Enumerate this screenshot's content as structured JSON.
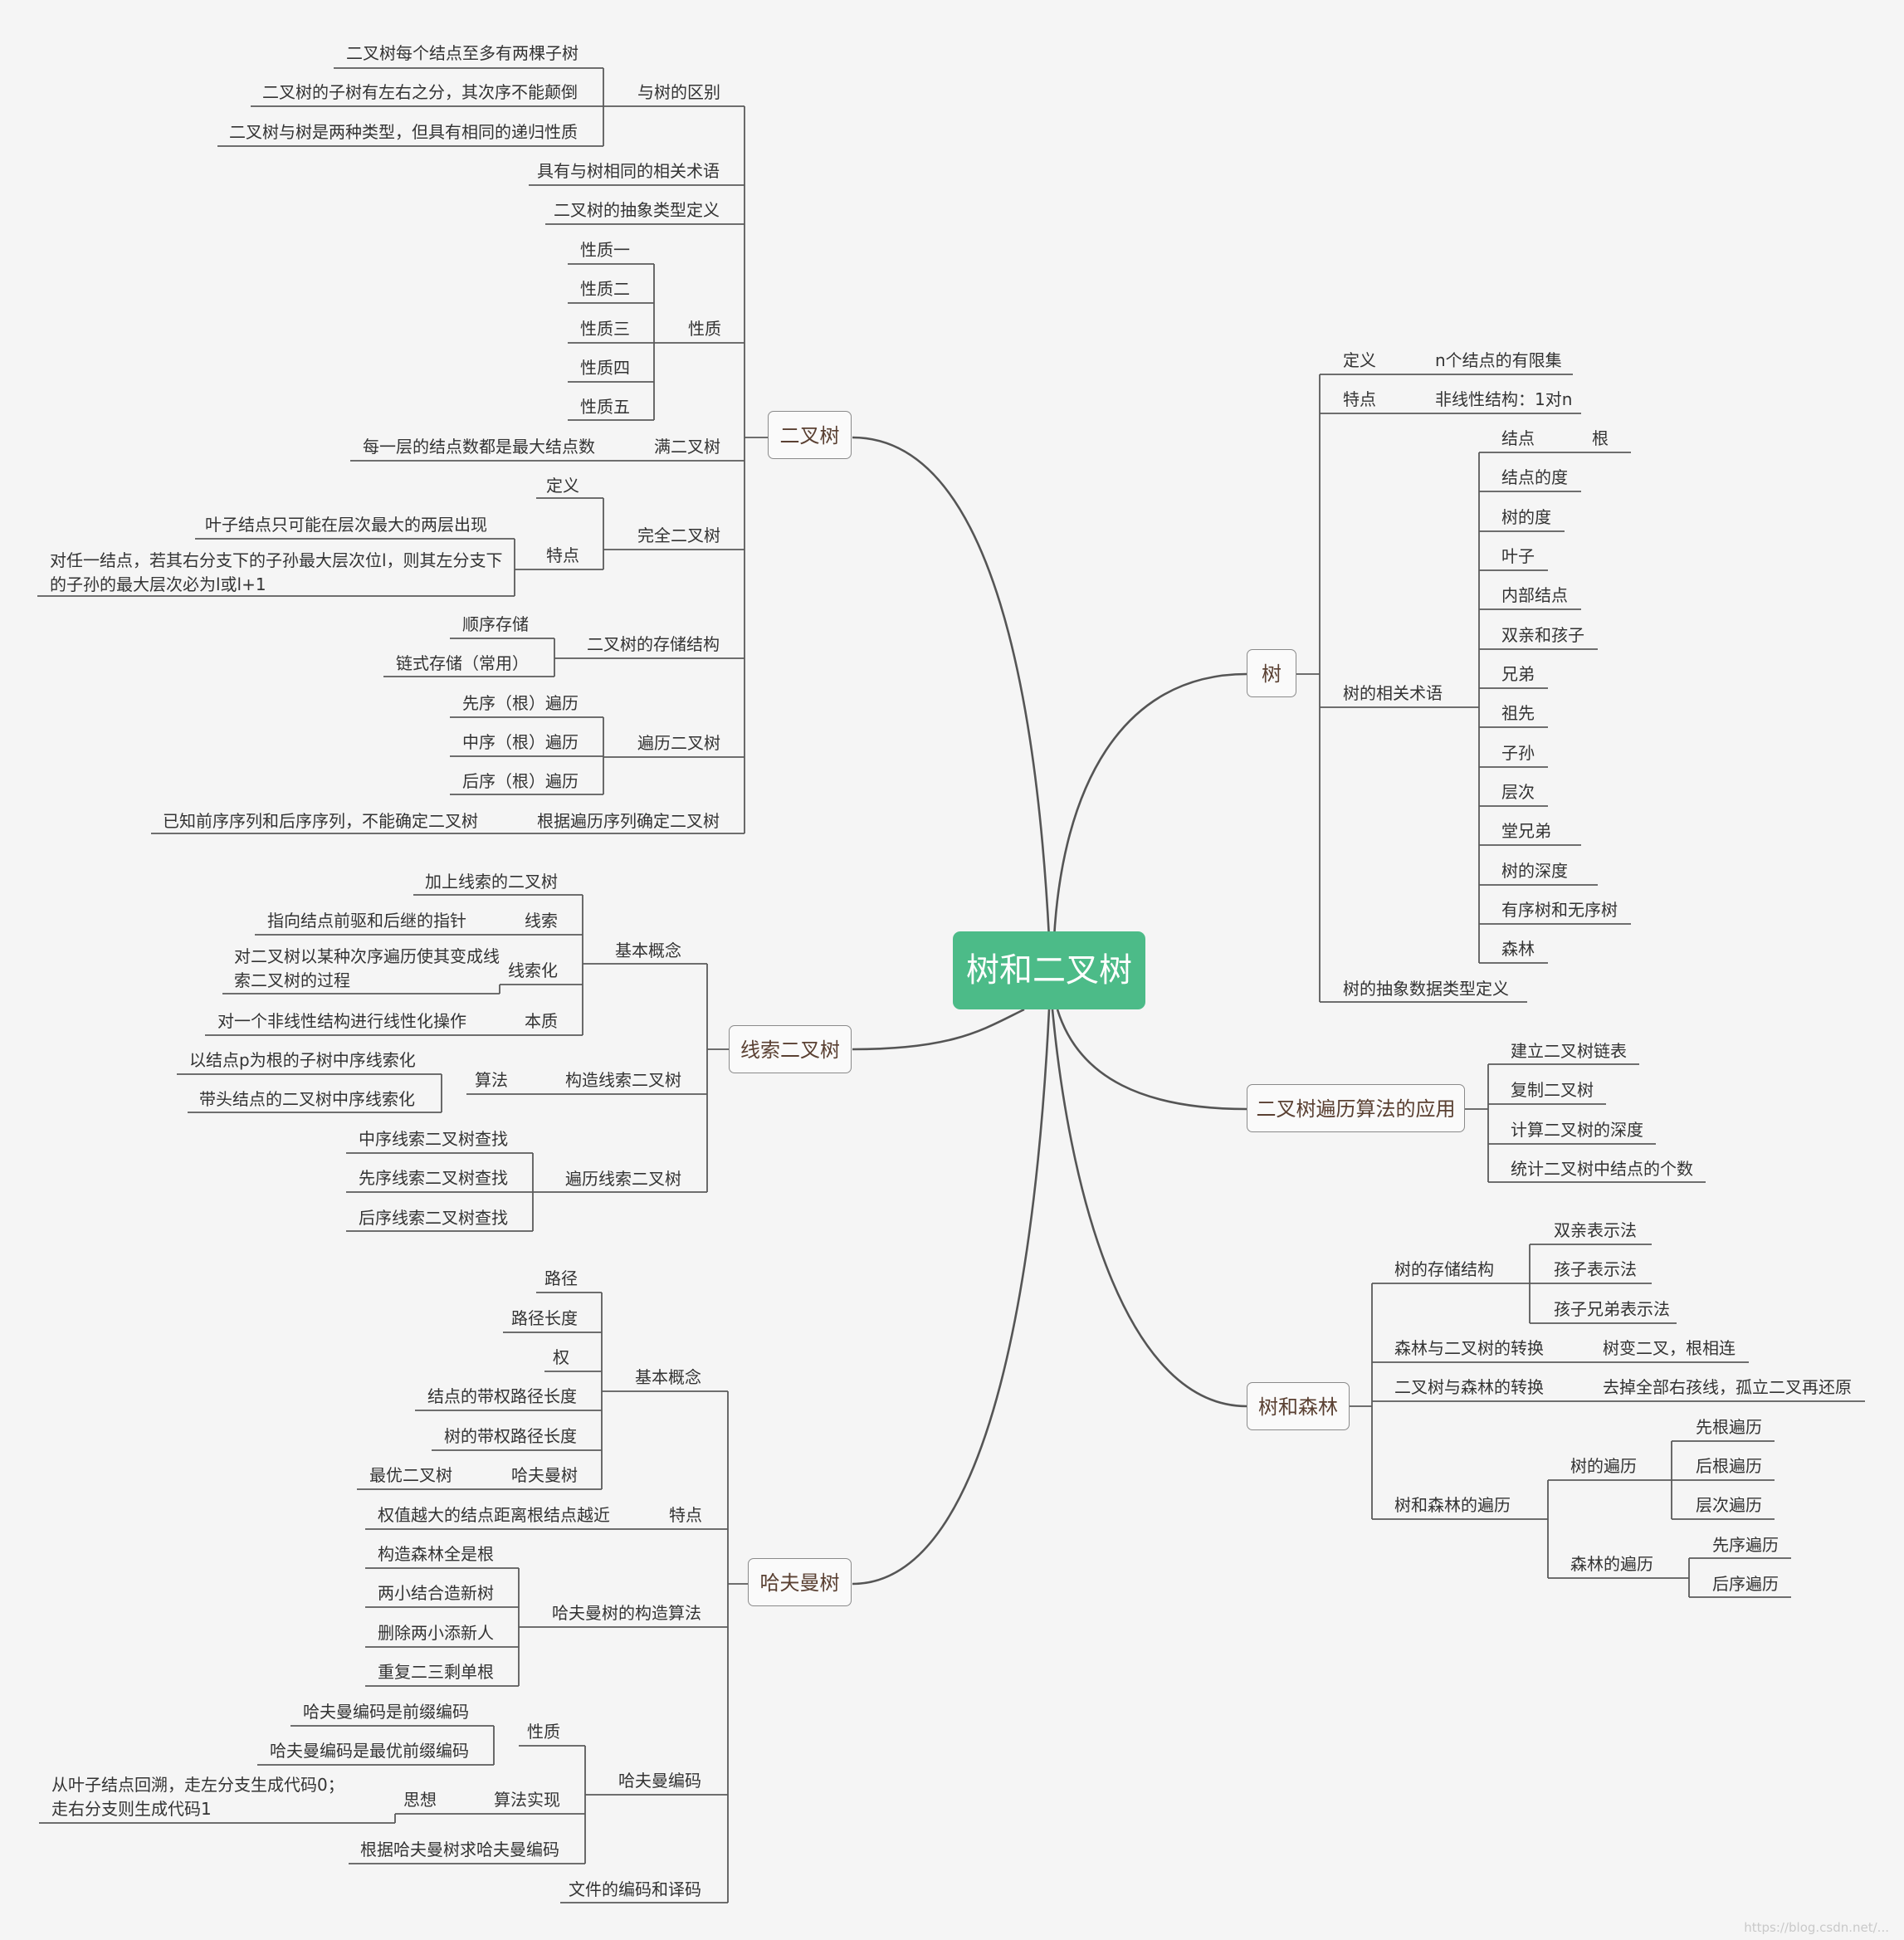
{
  "central_topic": "树和二叉树",
  "watermark": "https://blog.csdn.net/...",
  "branches": {
    "binary_tree": {
      "title": "二叉树",
      "diff_from_tree": {
        "label": "与树的区别",
        "items": [
          "二叉树每个结点至多有两棵子树",
          "二叉树的子树有左右之分，其次序不能颠倒",
          "二叉树与树是两种类型，但具有相同的递归性质"
        ]
      },
      "same_terms": "具有与树相同的相关术语",
      "adt": "二叉树的抽象类型定义",
      "properties": {
        "label": "性质",
        "items": [
          "性质一",
          "性质二",
          "性质三",
          "性质四",
          "性质五"
        ]
      },
      "full_tree": {
        "label": "满二叉树",
        "detail": "每一层的结点数都是最大结点数"
      },
      "complete_tree": {
        "label": "完全二叉树",
        "definition": "定义",
        "features_label": "特点",
        "features": [
          "叶子结点只可能在层次最大的两层出现",
          "对任一结点，若其右分支下的子孙最大层次位l，则其左分支下的子孙的最大层次必为l或l+1"
        ]
      },
      "storage": {
        "label": "二叉树的存储结构",
        "items": [
          "顺序存储",
          "链式存储（常用）"
        ]
      },
      "traversal": {
        "label": "遍历二叉树",
        "items": [
          "先序（根）遍历",
          "中序（根）遍历",
          "后序（根）遍历"
        ]
      },
      "determine": {
        "label": "根据遍历序列确定二叉树",
        "detail": "已知前序序列和后序序列，不能确定二叉树"
      }
    },
    "threaded": {
      "title": "线索二叉树",
      "basic": {
        "label": "基本概念",
        "added": "加上线索的二叉树",
        "thread": {
          "label": "线索",
          "detail": "指向结点前驱和后继的指针"
        },
        "threading": {
          "label": "线索化",
          "detail": "对二叉树以某种次序遍历使其变成线索二叉树的过程"
        },
        "essence": {
          "label": "本质",
          "detail": "对一个非线性结构进行线性化操作"
        }
      },
      "construct": {
        "label": "构造线索二叉树",
        "algo": {
          "label": "算法",
          "items": [
            "以结点p为根的子树中序线索化",
            "带头结点的二叉树中序线索化"
          ]
        }
      },
      "traverse": {
        "label": "遍历线索二叉树",
        "items": [
          "中序线索二叉树查找",
          "先序线索二叉树查找",
          "后序线索二叉树查找"
        ]
      }
    },
    "huffman": {
      "title": "哈夫曼树",
      "basic": {
        "label": "基本概念",
        "items": [
          "路径",
          "路径长度",
          "权",
          "结点的带权路径长度",
          "树的带权路径长度"
        ],
        "optimal": {
          "label": "哈夫曼树",
          "detail": "最优二叉树"
        }
      },
      "feature": {
        "label": "特点",
        "detail": "权值越大的结点距离根结点越近"
      },
      "algorithm": {
        "label": "哈夫曼树的构造算法",
        "items": [
          "构造森林全是根",
          "两小结合造新树",
          "删除两小添新人",
          "重复二三剩单根"
        ]
      },
      "coding": {
        "label": "哈夫曼编码",
        "props": {
          "label": "性质",
          "items": [
            "哈夫曼编码是前缀编码",
            "哈夫曼编码是最优前缀编码"
          ]
        },
        "impl": {
          "label": "算法实现",
          "idea_label": "思想",
          "idea": "从叶子结点回溯，走左分支生成代码0；走右分支则生成代码1"
        },
        "derive": "根据哈夫曼树求哈夫曼编码"
      },
      "file_coding": "文件的编码和译码"
    },
    "tree": {
      "title": "树",
      "definition": {
        "label": "定义",
        "detail": "n个结点的有限集"
      },
      "feature": {
        "label": "特点",
        "detail": "非线性结构：1对n"
      },
      "terms": {
        "label": "树的相关术语",
        "node": {
          "label": "结点",
          "detail": "根"
        },
        "items": [
          "结点的度",
          "树的度",
          "叶子",
          "内部结点",
          "双亲和孩子",
          "兄弟",
          "祖先",
          "子孙",
          "层次",
          "堂兄弟",
          "树的深度",
          "有序树和无序树",
          "森林"
        ]
      },
      "adt": "树的抽象数据类型定义"
    },
    "apps": {
      "title": "二叉树遍历算法的应用",
      "items": [
        "建立二叉树链表",
        "复制二叉树",
        "计算二叉树的深度",
        "统计二叉树中结点的个数"
      ]
    },
    "forest": {
      "title": "树和森林",
      "storage": {
        "label": "树的存储结构",
        "items": [
          "双亲表示法",
          "孩子表示法",
          "孩子兄弟表示法"
        ]
      },
      "forest_to_bt": {
        "label": "森林与二叉树的转换",
        "detail": "树变二叉，根相连"
      },
      "bt_to_forest": {
        "label": "二叉树与森林的转换",
        "detail": "去掉全部右孩线，孤立二叉再还原"
      },
      "traversal": {
        "label": "树和森林的遍历",
        "tree_trav": {
          "label": "树的遍历",
          "items": [
            "先根遍历",
            "后根遍历",
            "层次遍历"
          ]
        },
        "forest_trav": {
          "label": "森林的遍历",
          "items": [
            "先序遍历",
            "后序遍历"
          ]
        }
      }
    }
  }
}
